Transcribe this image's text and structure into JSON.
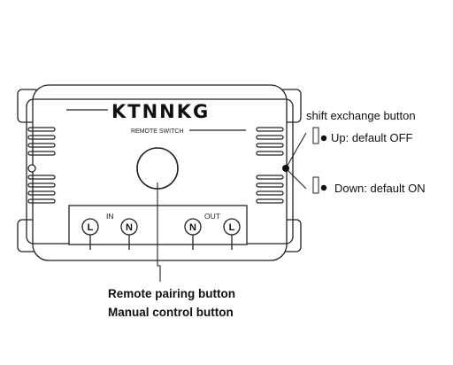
{
  "device": {
    "brand": "KTNNKG",
    "subtitle": "REMOTE SWITCH"
  },
  "terminals": {
    "in_label": "IN",
    "out_label": "OUT",
    "in": [
      "L",
      "N"
    ],
    "out": [
      "N",
      "L"
    ]
  },
  "callouts": {
    "shift_title": "shift exchange button",
    "up_text": "Up: default OFF",
    "down_text": "Down: default ON",
    "pairing": "Remote pairing button",
    "manual": "Manual control button"
  }
}
